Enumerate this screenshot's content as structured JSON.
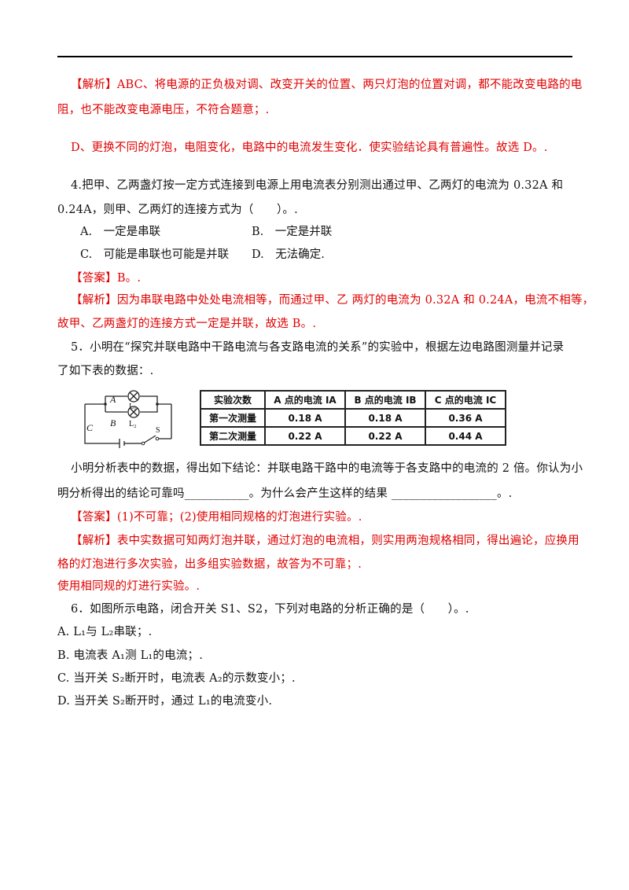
{
  "q3_analysis": {
    "tag": "【解析】",
    "line1": "ABC、将电源的正负极对调、改变开关的位置、两只灯泡的位置对调，都不能改变电路的电",
    "line2": "阻，也不能改变电源电压，不符合题意；.",
    "line3": "D、更换不同的灯泡，电阻变化，电路中的电流发生变化．使实验结论具有普遍性。故选 D。."
  },
  "q4": {
    "stem1": "4.把甲、乙两盏灯按一定方式连接到电源上用电流表分别测出通过甲、乙两灯的电流为 0.32A 和",
    "stem2": "0.24A，则甲、乙两灯的连接方式为（　　）。.",
    "option_a": "A.　一定是串联",
    "option_b": "B.　一定是并联",
    "option_c": "C.　可能是串联也可能是并联",
    "option_d": "D.　无法确定.",
    "answer_tag": "【答案】",
    "answer": "B。.",
    "analysis_tag": "【解析】",
    "analysis1": "因为串联电路中处处电流相等，而通过甲、乙 两灯的电流为 0.32A 和 0.24A，电流不相等，",
    "analysis2": "故甲、乙两盏灯的连接方式一定是并联，故选 B。."
  },
  "q5": {
    "stem1": "5．小明在“探究并联电路中干路电流与各支路电流的关系”的实验中，根据左边电路图测量并记录",
    "stem2": "了如下表的数据：.",
    "circuit_labels": {
      "a": "A",
      "b": "B",
      "c": "C",
      "l1": "L₁",
      "l2": "L₂",
      "s": "S"
    },
    "table": {
      "headers": [
        "实验次数",
        "A 点的电流 IA",
        "B 点的电流 IB",
        "C 点的电流 IC"
      ],
      "rows": [
        [
          "第一次测量",
          "0.18 A",
          "0.18 A",
          "0.36 A"
        ],
        [
          "第二次测量",
          "0.22 A",
          "0.22 A",
          "0.44 A"
        ]
      ]
    },
    "conclusion1": "小明分析表中的数据，得出如下结论：并联电路干路中的电流等于各支路中的电流的 2 倍。你认为小",
    "conclusion2": "明分析得出的结论可靠吗___________。为什么会产生这样的结果 __________________。.",
    "answer_tag": "【答案】",
    "answer": "(1)不可靠；(2)使用相同规格的灯泡进行实验。.",
    "analysis_tag": "【解析】",
    "analysis1": "表中实数据可知两灯泡并联，通过灯泡的电流相，则实用两泡规格相同，得出遍论，应换用",
    "analysis2": "格的灯泡进行多次实验，出多组实验数据，故答为不可靠；.",
    "analysis3": "使用相同规的灯进行实验。."
  },
  "q6": {
    "stem": "6．如图所示电路，闭合开关 S1、S2，下列对电路的分析正确的是（　　）。.",
    "option_a": "A. L₁与 L₂串联；.",
    "option_b": "B. 电流表 A₁测 L₁的电流；.",
    "option_c": "C. 当开关 S₂断开时，电流表 A₂的示数变小；.",
    "option_d": "D. 当开关 S₂断开时，通过 L₁的电流变小."
  }
}
